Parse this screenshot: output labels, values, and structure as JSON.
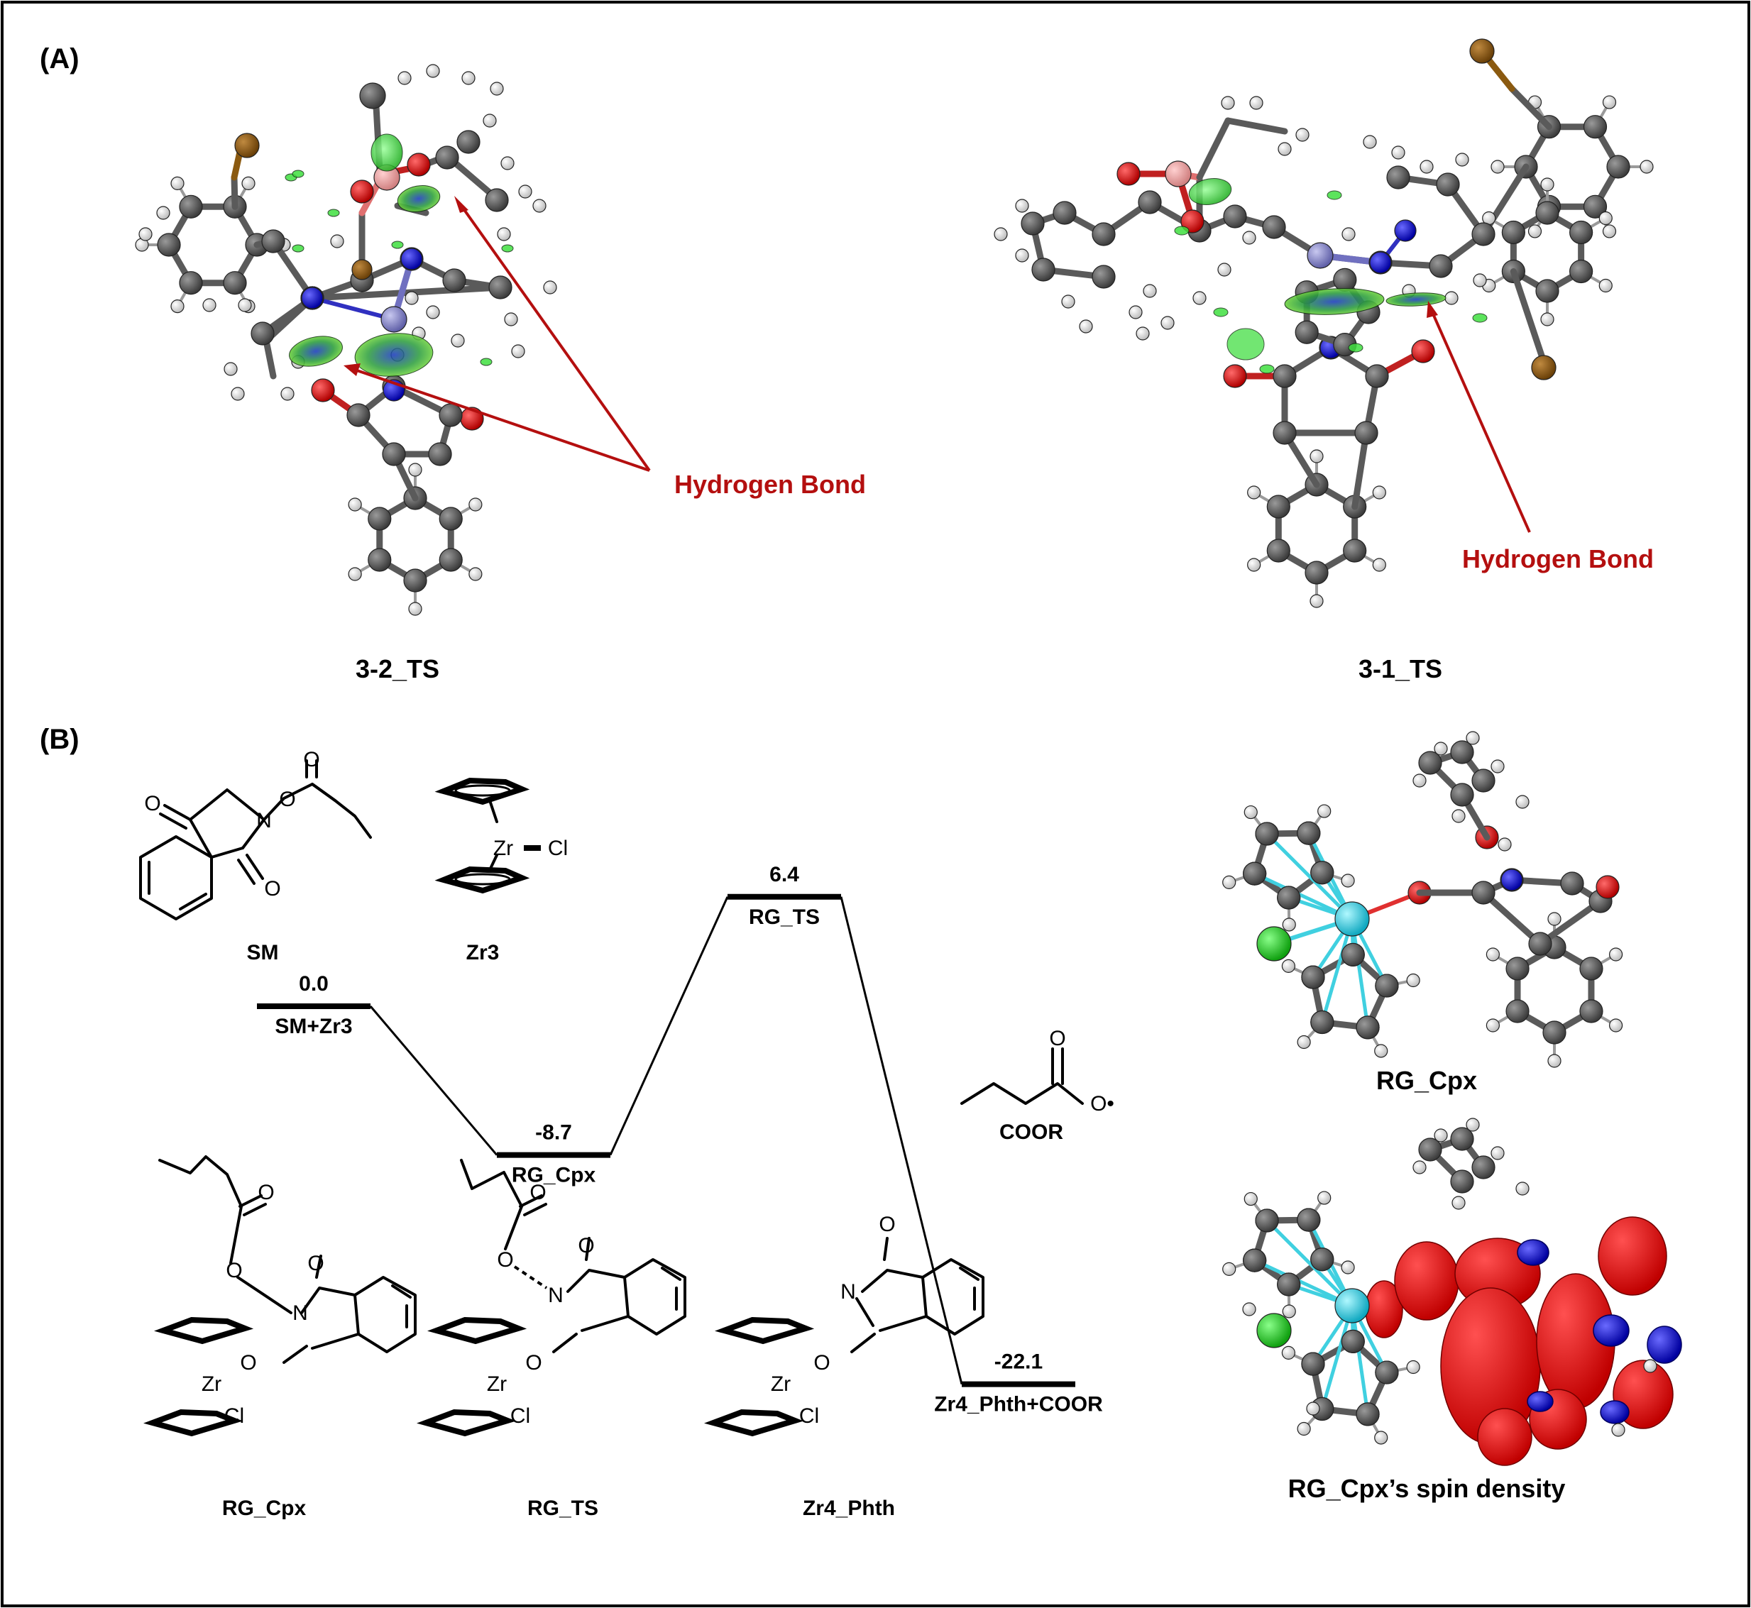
{
  "panels": {
    "a": "(A)",
    "b": "(B)"
  },
  "panel_a": {
    "left_caption": "3-2_TS",
    "right_caption": "3-1_TS",
    "annotation_left": "Hydrogen Bond",
    "annotation_right": "Hydrogen Bond",
    "annotation_color": "#b40f0f"
  },
  "panel_b": {
    "structures": {
      "sm": "SM",
      "zr3": "Zr3",
      "coor": "COOR",
      "rg_cpx": "RG_Cpx",
      "rg_ts": "RG_TS",
      "zr4_phth": "Zr4_Phth"
    },
    "atoms": {
      "o": "O",
      "n": "N",
      "zr": "Zr",
      "cl": "Cl",
      "o_radical": "O•"
    },
    "models": {
      "rg_cpx_caption": "RG_Cpx",
      "spin_caption": "RG_Cpx’s spin density"
    },
    "atom_colors": {
      "carbon": "#5a5a5a",
      "hydrogen": "#f2f2f2",
      "oxygen": "#e00000",
      "nitrogen": "#1010e0",
      "zirconium": "#30e0f0",
      "chlorine": "#20d020",
      "boron": "#f0a0a0",
      "bromine": "#8b5a10"
    }
  },
  "chart_data": {
    "type": "energy-profile",
    "ylabel": "",
    "levels": [
      {
        "label": "SM+Zr3",
        "energy": 0.0,
        "energy_text": "0.0"
      },
      {
        "label": "RG_Cpx",
        "energy": -8.7,
        "energy_text": "-8.7"
      },
      {
        "label": "RG_TS",
        "energy": 6.4,
        "energy_text": "6.4"
      },
      {
        "label": "Zr4_Phth+COOR",
        "energy": -22.1,
        "energy_text": "-22.1"
      }
    ]
  }
}
